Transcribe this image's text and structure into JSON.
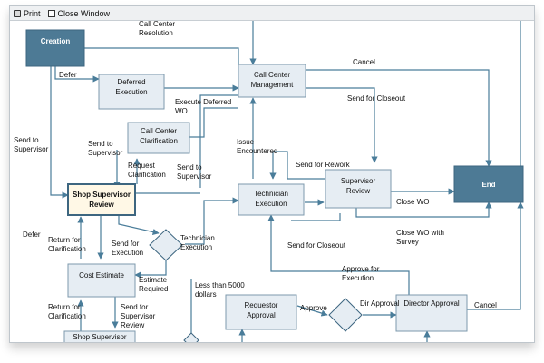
{
  "toolbar": {
    "print": "Print",
    "close": "Close Window"
  },
  "colors": {
    "accent": "#4d7a95",
    "box_fill": "#e6edf3",
    "box_stroke": "#7d99ad",
    "highlight_fill": "#fff8e6",
    "edge": "#4a7d9a"
  },
  "nodes": {
    "creation": "Creation",
    "deferred": [
      "Deferred",
      "Execution"
    ],
    "ccm": [
      "Call Center",
      "Management"
    ],
    "ccc": [
      "Call Center",
      "Clarification"
    ],
    "ssr": [
      "Shop Supervisor",
      "Review"
    ],
    "tech": [
      "Technician",
      "Execution"
    ],
    "supervisor": [
      "Supervisor",
      "Review"
    ],
    "end": "End",
    "cost": "Cost Estimate",
    "requestor": [
      "Requestor",
      "Approval"
    ],
    "director": "Director Approval",
    "ssr2": "Shop Supervisor"
  },
  "labels": {
    "call_center_resolution": [
      "Call Center",
      "Resolution"
    ],
    "cancel_top": "Cancel",
    "defer_top": "Defer",
    "execute_deferred": [
      "Execute Deferred",
      "WO"
    ],
    "send_for_closeout_top": "Send for Closeout",
    "send_to_supervisor_left": [
      "Send to",
      "Supervisor"
    ],
    "send_to_supervisor_ccc": [
      "Send to",
      "Supervisor"
    ],
    "issue_encountered": [
      "Issue",
      "Encountered"
    ],
    "send_for_rework": "Send for Rework",
    "request_clarification": [
      "Request",
      "Clarification"
    ],
    "send_to_supervisor_mid": [
      "Send to",
      "Supervisor"
    ],
    "close_wo": "Close WO",
    "defer_left": "Defer",
    "return_for_clarification_1": [
      "Return for",
      "Clarification"
    ],
    "send_for_execution": [
      "Send for",
      "Execution"
    ],
    "technician_execution": [
      "Technician",
      "Execution"
    ],
    "send_for_closeout_mid": "Send for Closeout",
    "close_wo_survey": [
      "Close WO with",
      "Survey"
    ],
    "estimate_required": [
      "Estimate",
      "Required"
    ],
    "approve_for_execution": [
      "Approve for",
      "Execution"
    ],
    "less_than": [
      "Less than 5000",
      "dollars"
    ],
    "approve": "Approve",
    "dir_approval": "Dir Approval",
    "cancel_bottom": "Cancel",
    "return_for_clarification_2": [
      "Return for",
      "Clarification"
    ],
    "send_for_supervisor_review": [
      "Send for",
      "Supervisor",
      "Review"
    ]
  }
}
